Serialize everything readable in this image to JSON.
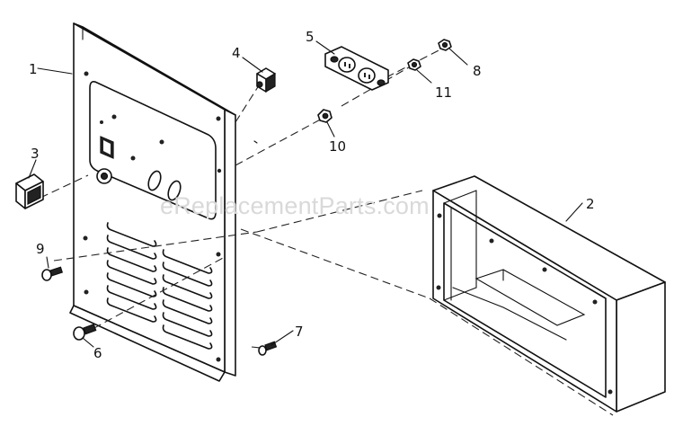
{
  "watermark": "eReplacementParts.com",
  "callouts": {
    "p1": "1",
    "p2": "2",
    "p3": "3",
    "p4": "4",
    "p5": "5",
    "p6": "6",
    "p7": "7",
    "p8": "8",
    "p9": "9",
    "p10": "10",
    "p11": "11"
  }
}
